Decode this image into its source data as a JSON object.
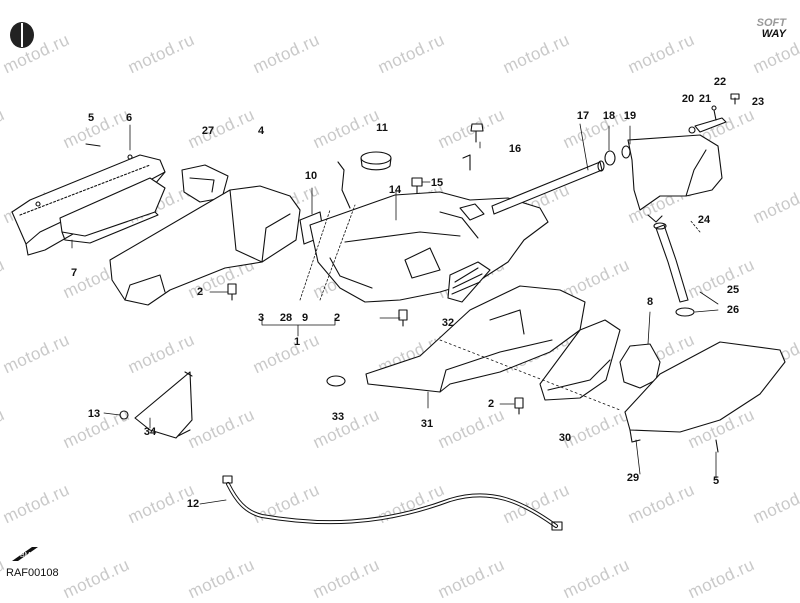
{
  "watermark": "motod.ru",
  "brand": {
    "line1": "SOFT",
    "line2": "WAY"
  },
  "diagram_code": "RAF00108",
  "badge_text": "BMW",
  "callouts": [
    {
      "id": "c5a",
      "text": "5"
    },
    {
      "id": "c6",
      "text": "6"
    },
    {
      "id": "c27",
      "text": "27"
    },
    {
      "id": "c4",
      "text": "4"
    },
    {
      "id": "c11",
      "text": "11"
    },
    {
      "id": "c16",
      "text": "16"
    },
    {
      "id": "c17",
      "text": "17"
    },
    {
      "id": "c18",
      "text": "18"
    },
    {
      "id": "c19",
      "text": "19"
    },
    {
      "id": "c22",
      "text": "22"
    },
    {
      "id": "c20",
      "text": "20"
    },
    {
      "id": "c21",
      "text": "21"
    },
    {
      "id": "c23",
      "text": "23"
    },
    {
      "id": "c10",
      "text": "10"
    },
    {
      "id": "c14",
      "text": "14"
    },
    {
      "id": "c15",
      "text": "15"
    },
    {
      "id": "c24",
      "text": "24"
    },
    {
      "id": "c7",
      "text": "7"
    },
    {
      "id": "c2a",
      "text": "2"
    },
    {
      "id": "c3",
      "text": "3"
    },
    {
      "id": "c28",
      "text": "28"
    },
    {
      "id": "c9",
      "text": "9"
    },
    {
      "id": "c2b",
      "text": "2"
    },
    {
      "id": "c1",
      "text": "1"
    },
    {
      "id": "c32",
      "text": "32"
    },
    {
      "id": "c8",
      "text": "8"
    },
    {
      "id": "c25",
      "text": "25"
    },
    {
      "id": "c26",
      "text": "26"
    },
    {
      "id": "c13",
      "text": "13"
    },
    {
      "id": "c33",
      "text": "33"
    },
    {
      "id": "c2c",
      "text": "2"
    },
    {
      "id": "c31",
      "text": "31"
    },
    {
      "id": "c30",
      "text": "30"
    },
    {
      "id": "c34",
      "text": "34"
    },
    {
      "id": "c29",
      "text": "29"
    },
    {
      "id": "c5b",
      "text": "5"
    },
    {
      "id": "c12",
      "text": "12"
    }
  ]
}
